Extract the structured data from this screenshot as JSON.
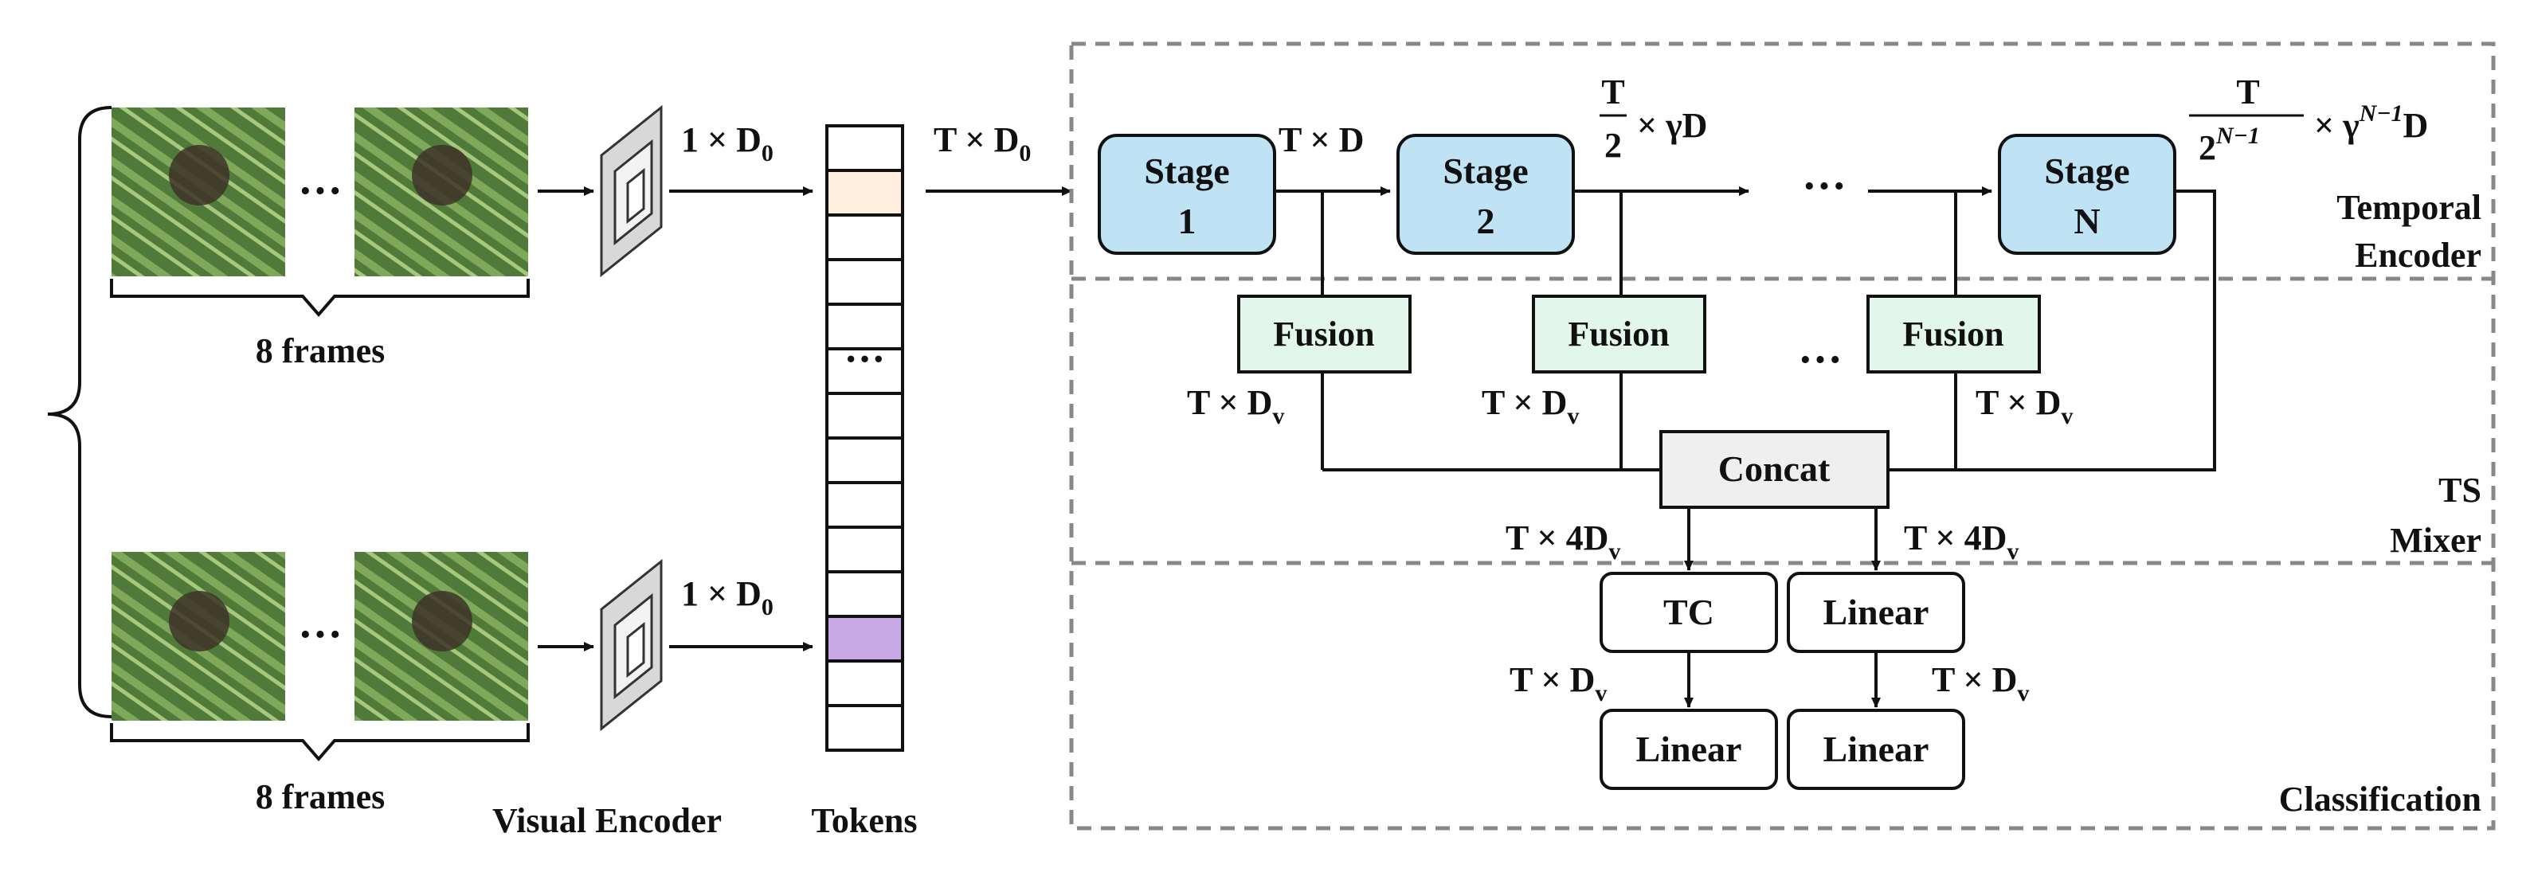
{
  "frames_label": "8 frames",
  "ellipsis": "···",
  "visual_encoder_label": "Visual Encoder",
  "tokens_label": "Tokens",
  "dims": {
    "one_d0": "1 × D",
    "d0_sub": "0",
    "t_d0": "T × D",
    "t_d": "T × D",
    "t_half_num": "T",
    "t_half_den": "2",
    "gamma_d": "× γD",
    "t_last_num": "T",
    "t_last_den": "2",
    "t_last_exp": "N−1",
    "gamma_last": "× γ",
    "gamma_last_exp": "N−1",
    "gamma_last_d": "D",
    "t_dv": "T × D",
    "dv_sub": "v",
    "t_4dv": "T × 4D"
  },
  "stages": [
    {
      "line1": "Stage",
      "line2": "1"
    },
    {
      "line1": "Stage",
      "line2": "2"
    },
    {
      "line1": "Stage",
      "line2": "N"
    }
  ],
  "fusion_label": "Fusion",
  "concat_label": "Concat",
  "tc_label": "TC",
  "linear_label": "Linear",
  "sections": {
    "temporal_line1": "Temporal",
    "temporal_line2": "Encoder",
    "ts_line1": "TS",
    "ts_line2": "Mixer",
    "classification": "Classification"
  },
  "colors": {
    "stage_fill": "#bfe3f5",
    "fusion_fill": "#e3f6ec",
    "concat_fill": "#efefef",
    "token_highlight_top": "#fdeedd",
    "token_highlight_bottom": "#c9a8e6",
    "dash": "#888888"
  }
}
